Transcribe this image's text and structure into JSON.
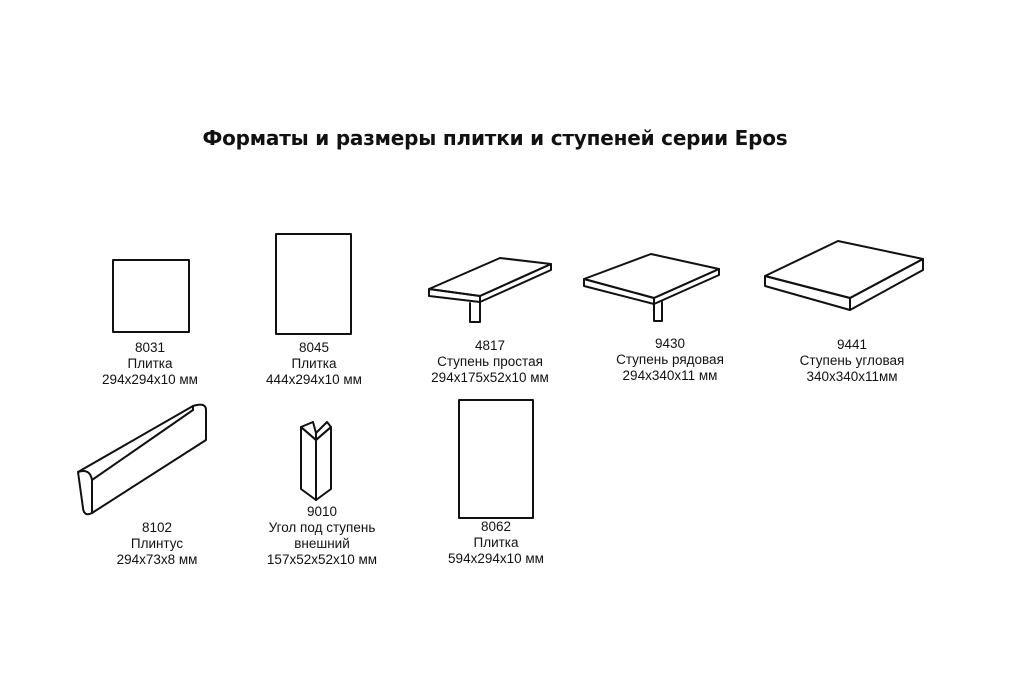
{
  "title": "Форматы и размеры плитки и ступеней серии Epos",
  "items": [
    {
      "code": "8031",
      "name": "Плитка",
      "size": "294x294x10 мм"
    },
    {
      "code": "8045",
      "name": "Плитка",
      "size": "444x294x10 мм"
    },
    {
      "code": "4817",
      "name": "Ступень простая",
      "size": "294x175x52x10 мм"
    },
    {
      "code": "9430",
      "name": "Ступень рядовая",
      "size": "294x340x11 мм"
    },
    {
      "code": "9441",
      "name": "Ступень угловая",
      "size": "340x340x11мм"
    },
    {
      "code": "8102",
      "name": "Плинтус",
      "size": "294x73x8 мм"
    },
    {
      "code": "9010",
      "name": "Угол под ступень",
      "name2": "внешний",
      "size": "157x52x52x10 мм"
    },
    {
      "code": "8062",
      "name": "Плитка",
      "size": "594x294x10 мм"
    }
  ]
}
